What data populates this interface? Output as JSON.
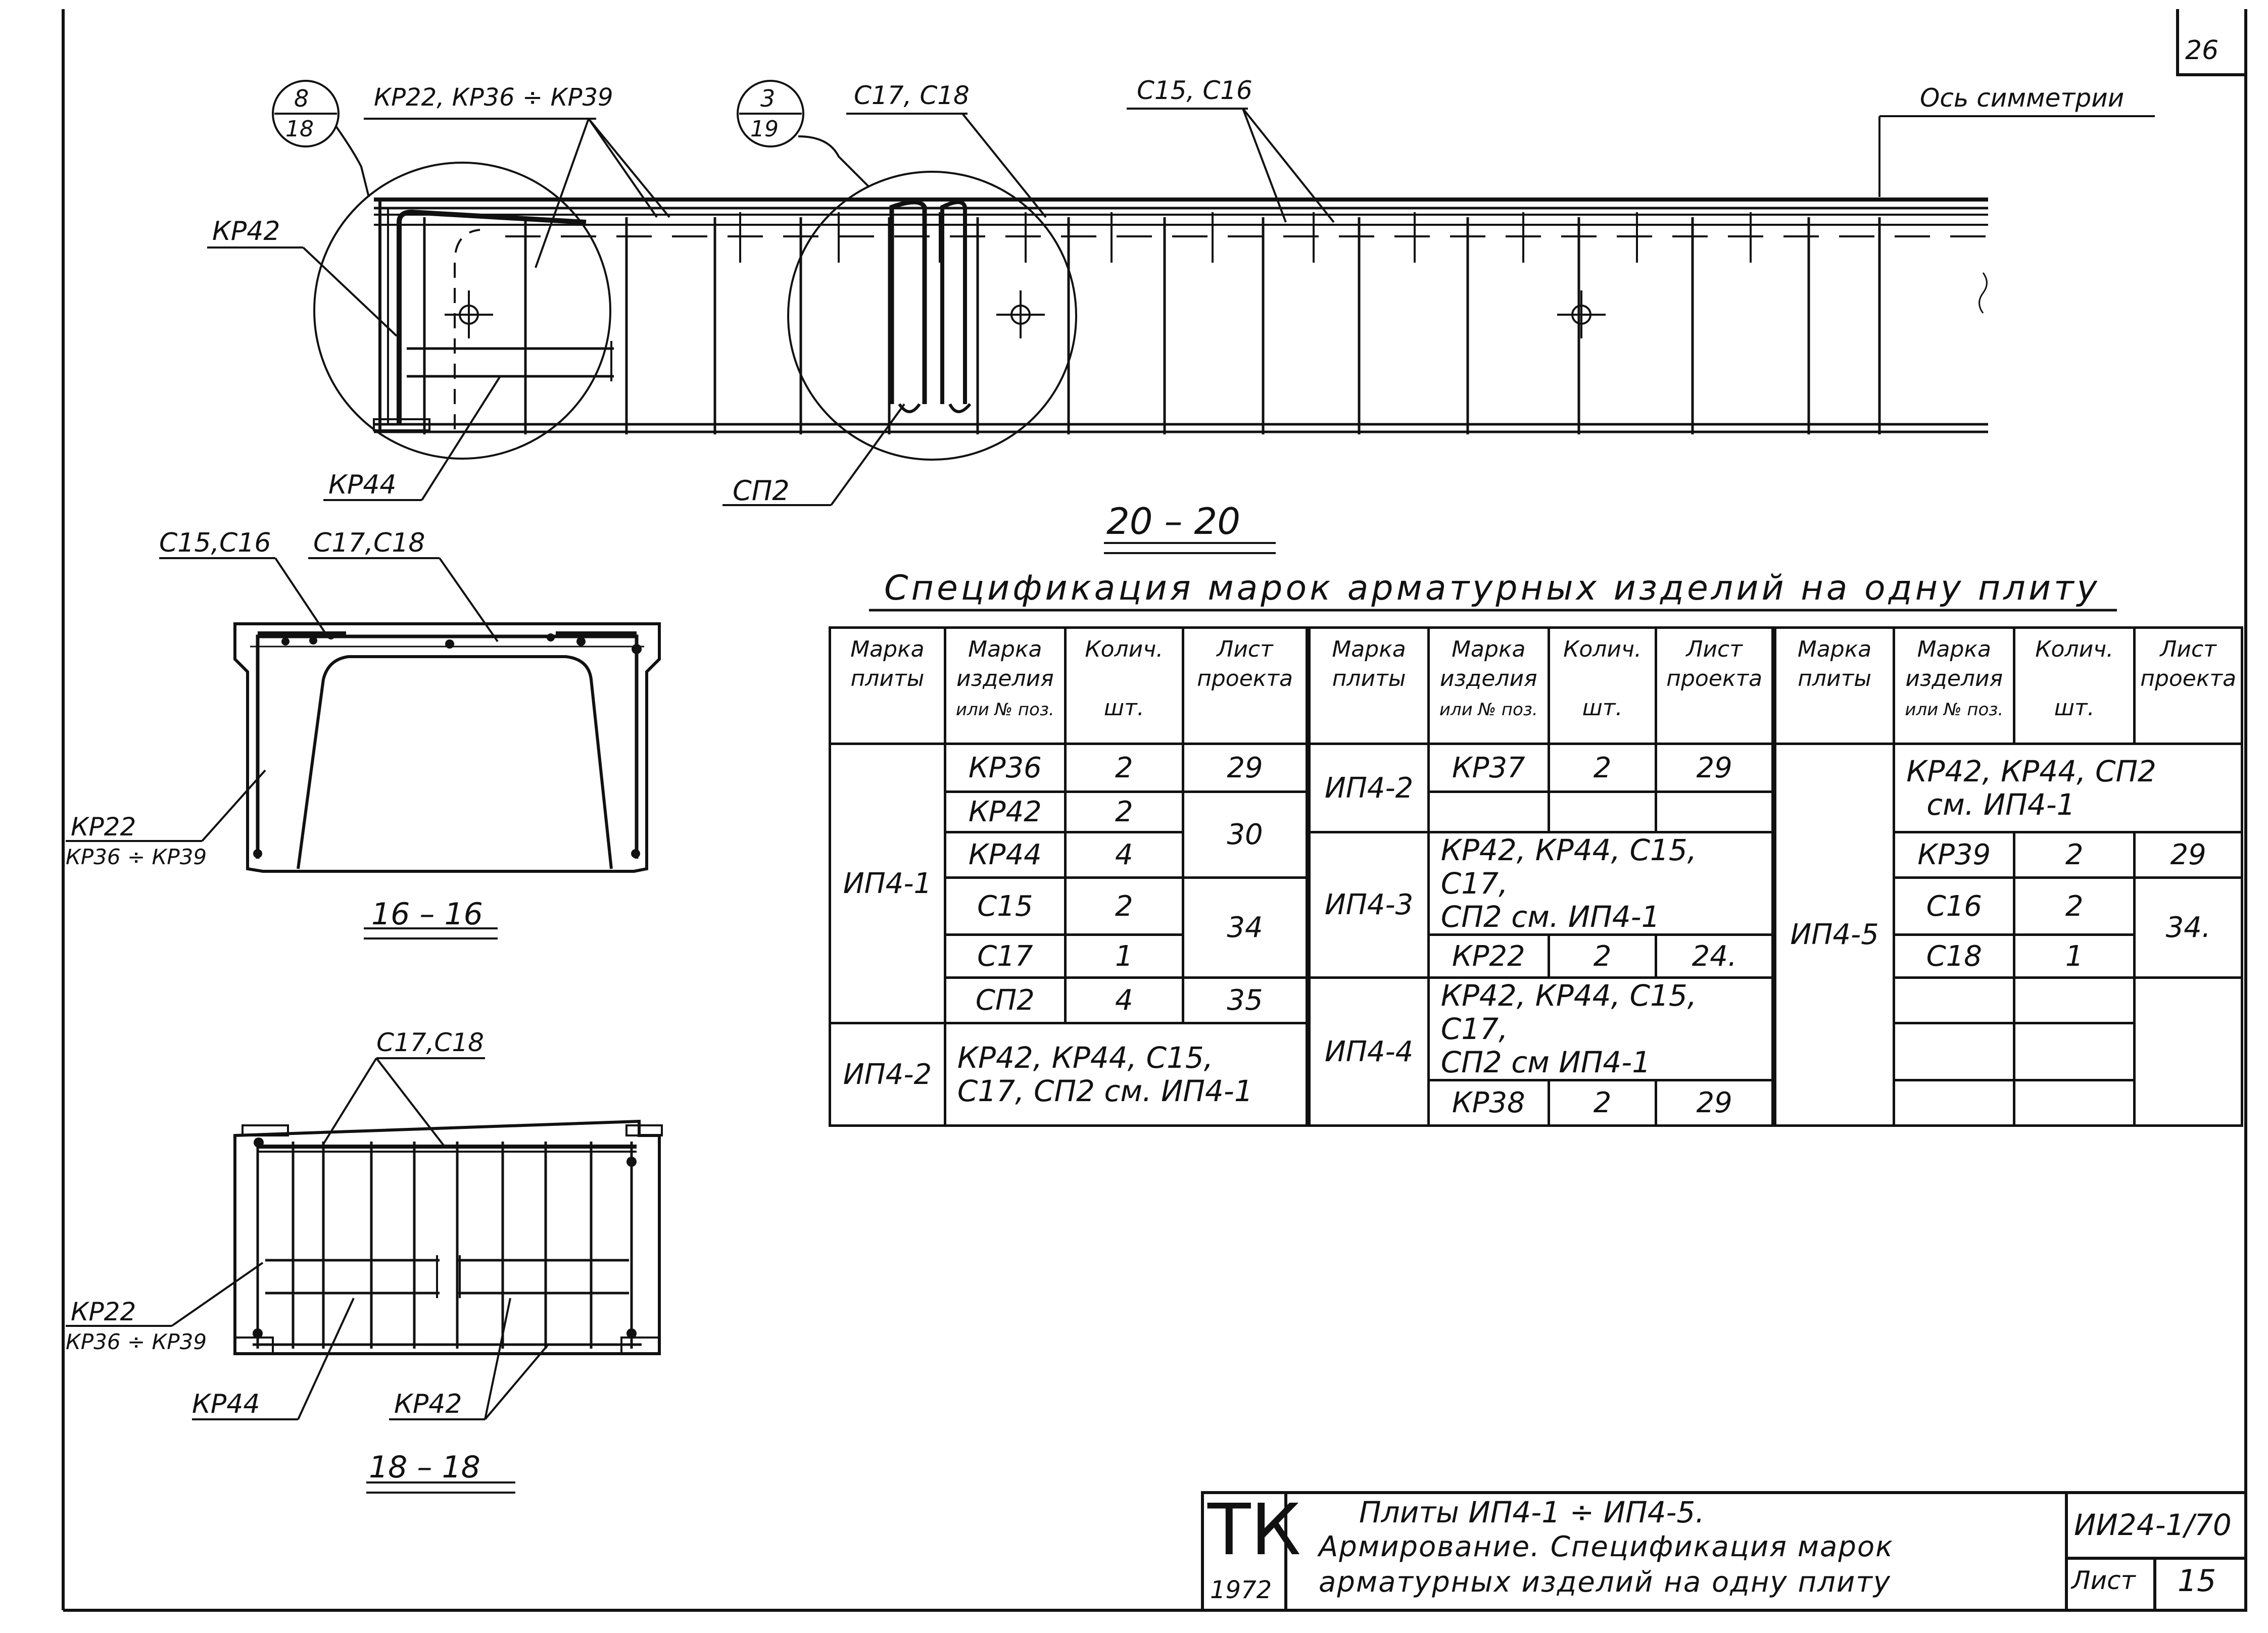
{
  "sheet_corner_number": "26",
  "elevation": {
    "callout_8": {
      "top": "8",
      "bottom": "18"
    },
    "callout_3": {
      "top": "3",
      "bottom": "19"
    },
    "label_kr22_kr36": "КР22, КР36 ÷ КР39",
    "label_c17_c18": "С17, С18",
    "label_c15_c16": "С15, С16",
    "label_axis": "Ось симметрии",
    "label_kr42": "КР42",
    "label_kr44": "КР44",
    "label_sp2": "СП2",
    "section_title": "20 – 20"
  },
  "section_16": {
    "label_c15_c16": "С15,С16",
    "label_c17_c18": "С17,С18",
    "label_kr22": "КР22",
    "label_kr36_kr39": "КР36 ÷ КР39",
    "title": "16 – 16"
  },
  "section_18": {
    "label_c17_c18": "С17,С18",
    "label_kr22": "КР22",
    "label_kr36_kr39": "КР36 ÷ КР39",
    "label_kr44": "КР44",
    "label_kr42": "КР42",
    "title": "18 – 18"
  },
  "spec": {
    "title": "Спецификация марок арматурных изделий на одну плиту",
    "headers": {
      "plate": [
        "Марка",
        "плиты"
      ],
      "item": [
        "Марка",
        "изделия",
        "или № поз."
      ],
      "count": [
        "Колич.",
        "шт."
      ],
      "sheet": [
        "Лист",
        "проекта"
      ]
    },
    "g1": {
      "plate": "ИП4-1",
      "rows": [
        {
          "item": "КР36",
          "count": "2"
        },
        {
          "item": "КР42",
          "count": "2"
        },
        {
          "item": "КР44",
          "count": "4"
        },
        {
          "item": "С15",
          "count": "2"
        },
        {
          "item": "С17",
          "count": "1"
        },
        {
          "item": "СП2",
          "count": "4"
        }
      ],
      "sheets": {
        "kr36": "29",
        "kr42_44": "30",
        "c15_17": "34",
        "sp2": "35"
      },
      "plate2": "ИП4-2",
      "plate2_note": [
        "КР42, КР44, С15,",
        "С17, СП2 см. ИП4-1"
      ]
    },
    "g2": {
      "plate_2": "ИП4-2",
      "row_2": {
        "item": "КР37",
        "count": "2",
        "sheet": "29"
      },
      "plate_3": "ИП4-3",
      "note_3": [
        "КР42, КР44, С15, С17,",
        "СП2 см. ИП4-1"
      ],
      "row_3": {
        "item": "КР22",
        "count": "2",
        "sheet": "24."
      },
      "plate_4": "ИП4-4",
      "note_4": [
        "КР42, КР44, С15, С17,",
        "СП2 см ИП4-1"
      ],
      "row_4": {
        "item": "КР38",
        "count": "2",
        "sheet": "29"
      }
    },
    "g3": {
      "plate": "ИП4-5",
      "note": [
        "КР42, КР44, СП2",
        "см. ИП4-1"
      ],
      "rows": [
        {
          "item": "КР39",
          "count": "2",
          "sheet": "29"
        },
        {
          "item": "С16",
          "count": "2"
        },
        {
          "item": "С18",
          "count": "1"
        }
      ],
      "sheet_c16_18": "34."
    }
  },
  "title_block": {
    "logo": "ТК",
    "year": "1972",
    "line1": "Плиты ИП4-1 ÷ ИП4-5.",
    "line2": "Армирование. Спецификация марок",
    "line3": "арматурных изделий на одну плиту",
    "code": "ИИ24-1/70",
    "sheet_label": "Лист",
    "sheet_number": "15"
  }
}
